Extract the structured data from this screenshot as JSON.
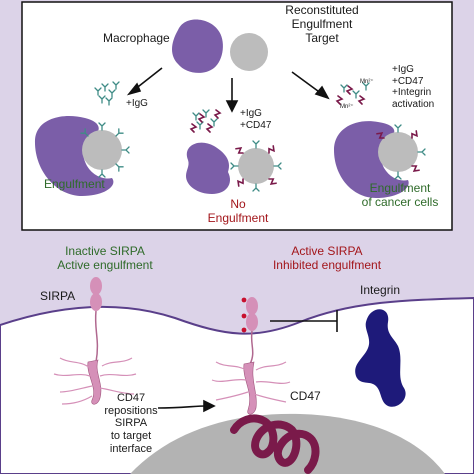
{
  "top_panel": {
    "macrophage_label": "Macrophage",
    "target_label_1": "Reconstituted",
    "target_label_2": "Engulfment",
    "target_label_3": "Target",
    "left_condition": "+IgG",
    "middle_condition_1": "+IgG",
    "middle_condition_2": "+CD47",
    "right_condition_1": "+IgG",
    "right_condition_2": "+CD47",
    "right_condition_3": "+Integrin",
    "right_condition_4": "activation",
    "mn_label": "Mn²⁺",
    "left_outcome": "Engulfment",
    "middle_outcome_1": "No",
    "middle_outcome_2": "Engulfment",
    "right_outcome_1": "Engulfment",
    "right_outcome_2": "of cancer cells"
  },
  "bottom_panel": {
    "inactive_title_1": "Inactive SIRPA",
    "inactive_title_2": "Active engulfment",
    "active_title_1": "Active SIRPA",
    "active_title_2": "Inhibited engulfment",
    "sirpa_label": "SIRPA",
    "integrin_label": "Integrin",
    "cd47_label": "CD47",
    "note_1": "CD47",
    "note_2": "repositions",
    "note_3": "SIRPA",
    "note_4": "to target",
    "note_5": "interface"
  },
  "colors": {
    "macrophage": "#7b5ea8",
    "membrane_bg": "#dcd3e8",
    "cell_interior": "#ffffff",
    "target": "#b8b8b8",
    "sirpa": "#d590b8",
    "cd47": "#7a1a4a",
    "integrin": "#1e1a7a",
    "igg": "#3f8c86",
    "phospho": "#c8102e",
    "positive_text": "#2f6b2a",
    "negative_text": "#a3161b"
  }
}
